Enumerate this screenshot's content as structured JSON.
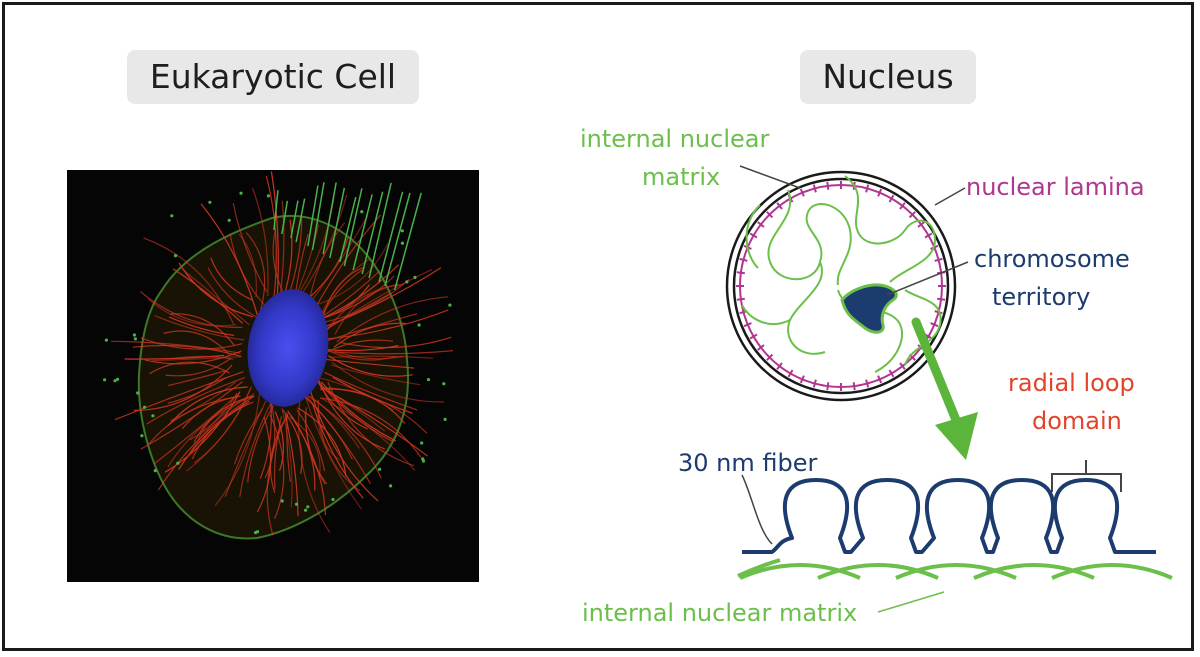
{
  "titles": {
    "left": "Eukaryotic Cell",
    "right": "Nucleus"
  },
  "labels": {
    "internal_nuclear_matrix_top": [
      "internal nuclear",
      "matrix"
    ],
    "nuclear_lamina": "nuclear lamina",
    "chromosome_territory": [
      "chromosome",
      "territory"
    ],
    "radial_loop_domain": [
      "radial loop",
      "domain"
    ],
    "fiber_30nm": "30 nm fiber",
    "internal_nuclear_matrix_bottom": "internal nuclear matrix"
  },
  "colors": {
    "green": "#6bbf4a",
    "magenta": "#b0368f",
    "navy": "#1c3b6e",
    "red": "#e0452c",
    "arrow": "#5ab53a",
    "nucleus_blue": "#3a3fd8",
    "actin_red": "#e23a24"
  },
  "icons": {
    "micrograph": "fluorescence-cell-image",
    "nucleus": "nucleus-diagram",
    "arrow": "zoom-arrow"
  }
}
